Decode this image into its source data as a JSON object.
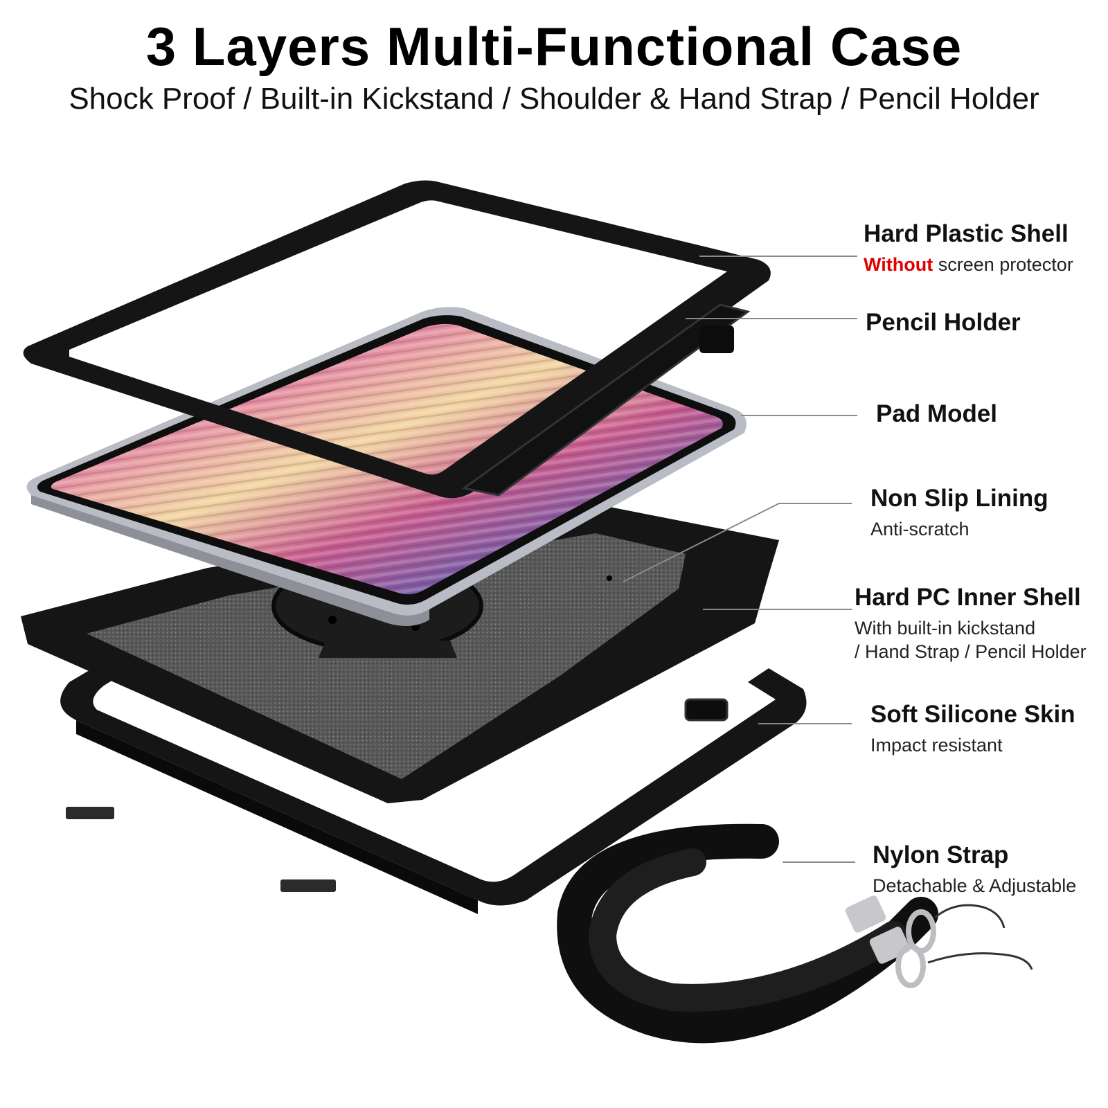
{
  "header": {
    "title": "3 Layers Multi-Functional Case",
    "subtitle": "Shock Proof / Built-in Kickstand / Shoulder & Hand Strap / Pencil Holder"
  },
  "callouts": {
    "hard_plastic_shell": {
      "name": "Hard Plastic Shell",
      "desc_highlight": "Without",
      "desc_rest": " screen protector"
    },
    "pencil_holder": {
      "name": "Pencil Holder"
    },
    "pad_model": {
      "name": "Pad Model"
    },
    "non_slip_lining": {
      "name": "Non Slip Lining",
      "desc": "Anti-scratch"
    },
    "hard_pc_inner_shell": {
      "name": "Hard PC Inner Shell",
      "desc_line1": "With built-in kickstand",
      "desc_line2": "/ Hand Strap / Pencil Holder"
    },
    "soft_silicone_skin": {
      "name": "Soft Silicone Skin",
      "desc": "Impact resistant"
    },
    "nylon_strap": {
      "name": "Nylon Strap",
      "desc": "Detachable & Adjustable"
    }
  },
  "colors": {
    "highlight": "#e00000",
    "case_black": "#141414",
    "lining_gray": "#5a5a5a",
    "pad_frame": "#b9bcc4"
  }
}
